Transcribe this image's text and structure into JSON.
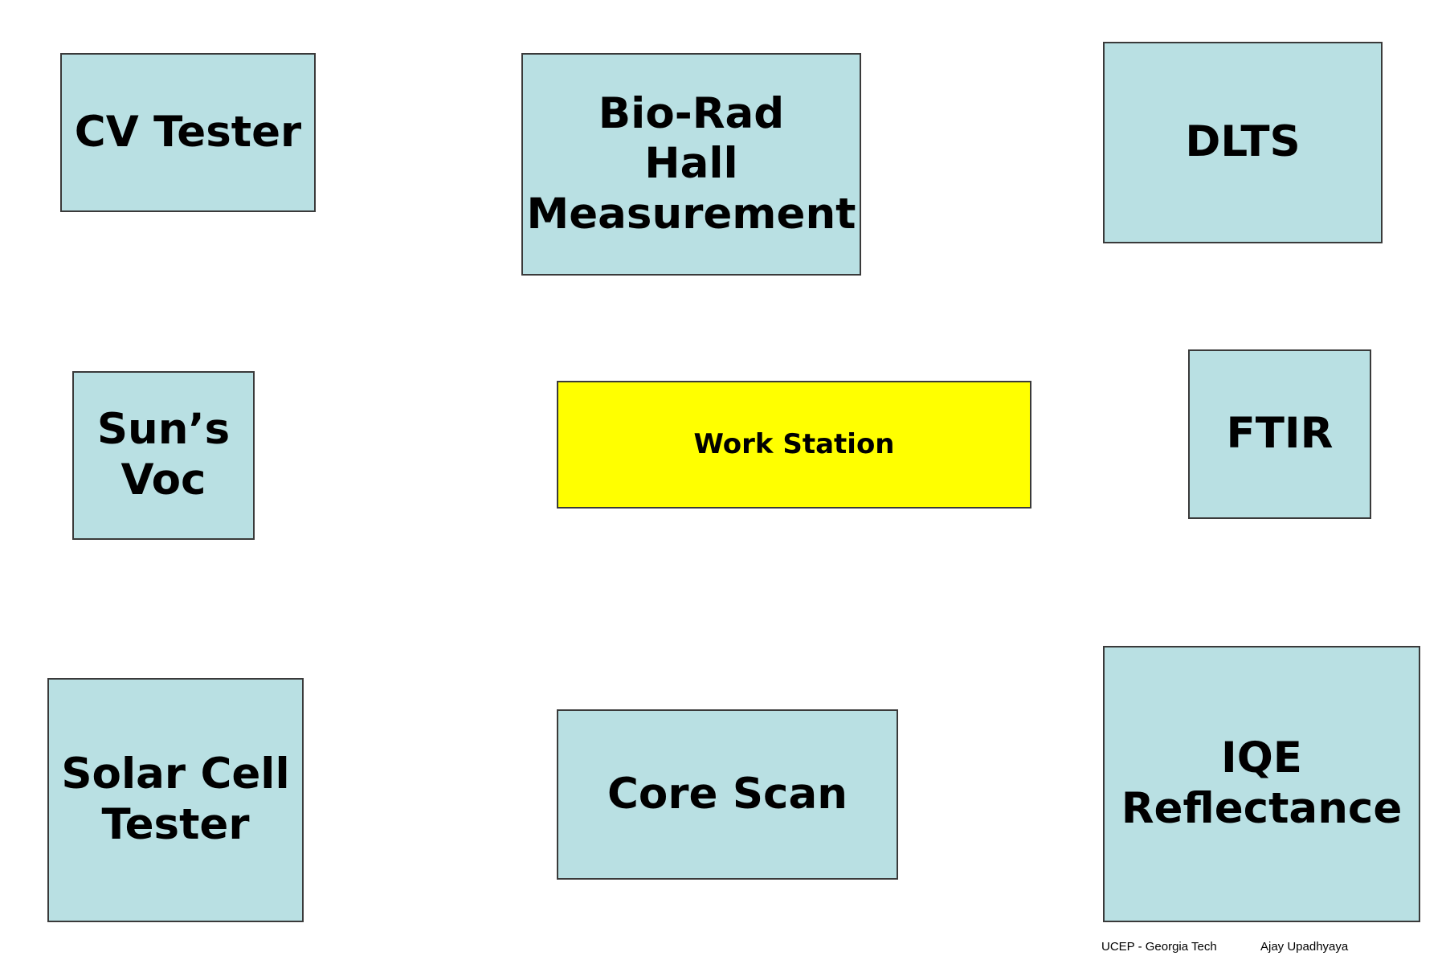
{
  "boxes": {
    "cv_tester": "CV Tester",
    "bio_rad": "Bio-Rad\nHall\nMeasurement",
    "dlts": "DLTS",
    "suns_voc": "Sun’s\n Voc",
    "work_station": "Work Station",
    "ftir": "FTIR",
    "solar_cell_tester": "Solar Cell\nTester",
    "core_scan": "Core Scan",
    "iqe_reflectance": "IQE\nReflectance"
  },
  "footer": {
    "organization": "UCEP - Georgia Tech",
    "author": "Ajay Upadhyaya"
  },
  "colors": {
    "equipment_fill": "#b9e0e3",
    "workstation_fill": "#ffff00",
    "border": "#3a3a3a"
  }
}
